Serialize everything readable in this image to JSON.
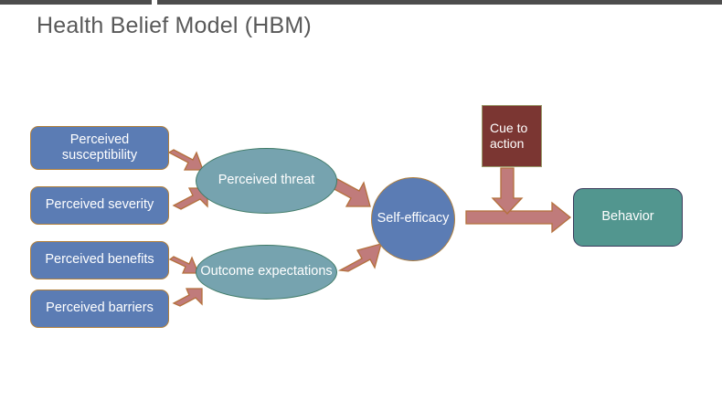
{
  "slide": {
    "title": "Health Belief Model (HBM)",
    "background_color": "#ffffff",
    "topbar_color": "#4d4d4d",
    "title_color": "#595959"
  },
  "palette": {
    "box_blue_fill": "#5b7cb4",
    "box_blue_border": "#b07f3c",
    "ellipse_teal_fill": "#76a3af",
    "ellipse_teal_border": "#3f7a66",
    "maroon_fill": "#7b3632",
    "maroon_border": "#9a9a6a",
    "behavior_fill": "#52968f",
    "behavior_border": "#3b3b5c",
    "arrow_fill": "#c07b7b",
    "arrow_border": "#b4703c",
    "shape_text": "#ffffff"
  },
  "nodes": {
    "perceived_susceptibility": "Perceived susceptibility",
    "perceived_severity": "Perceived severity",
    "perceived_benefits": "Perceived benefits",
    "perceived_barriers": "Perceived barriers",
    "perceived_threat": "Perceived threat",
    "outcome_expectations": "Outcome expectations",
    "self_efficacy": "Self-efficacy",
    "cue_to_action": "Cue to action",
    "behavior": "Behavior"
  },
  "edges": [
    {
      "name": "susceptibility-to-threat",
      "from": "perceived_susceptibility",
      "to": "perceived_threat",
      "style": "diagonal-down"
    },
    {
      "name": "severity-to-threat",
      "from": "perceived_severity",
      "to": "perceived_threat",
      "style": "diagonal-up"
    },
    {
      "name": "benefits-to-outcome",
      "from": "perceived_benefits",
      "to": "outcome_expectations",
      "style": "diagonal-down"
    },
    {
      "name": "barriers-to-outcome",
      "from": "perceived_barriers",
      "to": "outcome_expectations",
      "style": "diagonal-up"
    },
    {
      "name": "threat-to-self-efficacy",
      "from": "perceived_threat",
      "to": "self_efficacy",
      "style": "diagonal-down"
    },
    {
      "name": "outcome-to-self-efficacy",
      "from": "outcome_expectations",
      "to": "self_efficacy",
      "style": "diagonal-up"
    },
    {
      "name": "self-efficacy-to-behavior",
      "from": "self_efficacy",
      "to": "behavior",
      "style": "horizontal-right"
    },
    {
      "name": "cue-to-action-down",
      "from": "cue_to_action",
      "to": "self-efficacy-to-behavior",
      "style": "vertical-down"
    }
  ]
}
